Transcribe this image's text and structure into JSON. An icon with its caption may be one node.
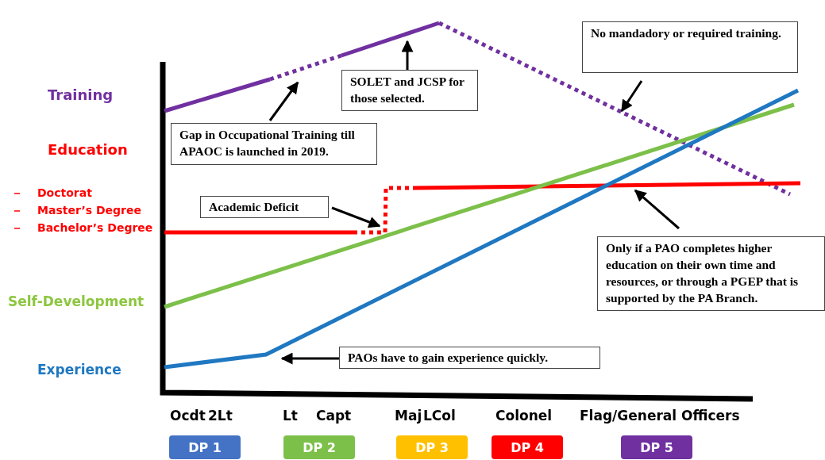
{
  "diagram": {
    "nodes": [
      {
        "text": [
          "SOLET and JCSP for those selected."
        ]
      },
      {
        "text": [
          "Gap in Occupational Training till APAOC is launched in 2019."
        ]
      },
      {
        "text": [
          "No mandadory or required training."
        ]
      },
      {
        "text": [
          "Academic Deficit"
        ]
      },
      {
        "text": [
          "Only if a PAO completes higher education on their own time and resources, or through a PGEP that is supported by the PA Branch."
        ]
      },
      {
        "text": [
          "PAOs have to gain experience quickly."
        ]
      },
      {
        "text": [
          "DP 1"
        ]
      },
      {
        "text": [
          "DP 2"
        ]
      },
      {
        "text": [
          "DP 3"
        ]
      },
      {
        "text": [
          "DP 4"
        ]
      },
      {
        "text": [
          "DP 5"
        ]
      }
    ],
    "edges": [
      {
        "from": 0,
        "to": null,
        "arrow": "to"
      },
      {
        "from": 1,
        "to": null,
        "arrow": "to"
      },
      {
        "from": 2,
        "to": null,
        "arrow": "to"
      },
      {
        "from": 3,
        "to": null,
        "arrow": "to"
      },
      {
        "from": 4,
        "to": null,
        "arrow": "to"
      },
      {
        "from": 5,
        "to": null,
        "arrow": "to"
      }
    ],
    "labels": [
      "Training",
      "Education",
      "Doctorat",
      "Master’s Degree",
      "Bachelor’s Degree",
      "Self-Development",
      "Experience",
      "Ocdt",
      "2Lt",
      "Lt",
      "Capt",
      "Maj",
      "LCol",
      "Colonel",
      "Flag/General Officers"
    ]
  }
}
